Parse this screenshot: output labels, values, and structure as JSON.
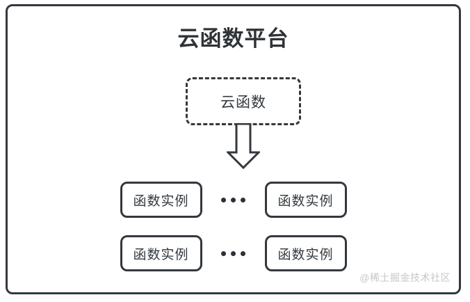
{
  "diagram": {
    "title": "云函数平台",
    "cloud_function": {
      "label": "云函数"
    },
    "arrow": {
      "icon": "down-block-arrow-icon",
      "direction": "down"
    },
    "instance_rows": [
      {
        "left_instance": "函数实例",
        "ellipsis": "•••",
        "right_instance": "函数实例"
      },
      {
        "left_instance": "函数实例",
        "ellipsis": "•••",
        "right_instance": "函数实例"
      }
    ],
    "watermark": "@稀土掘金技术社区",
    "colors": {
      "stroke": "#33383d",
      "text": "#33383d",
      "title": "#2f3337",
      "watermark": "#c3c6ca",
      "background": "#ffffff"
    }
  }
}
